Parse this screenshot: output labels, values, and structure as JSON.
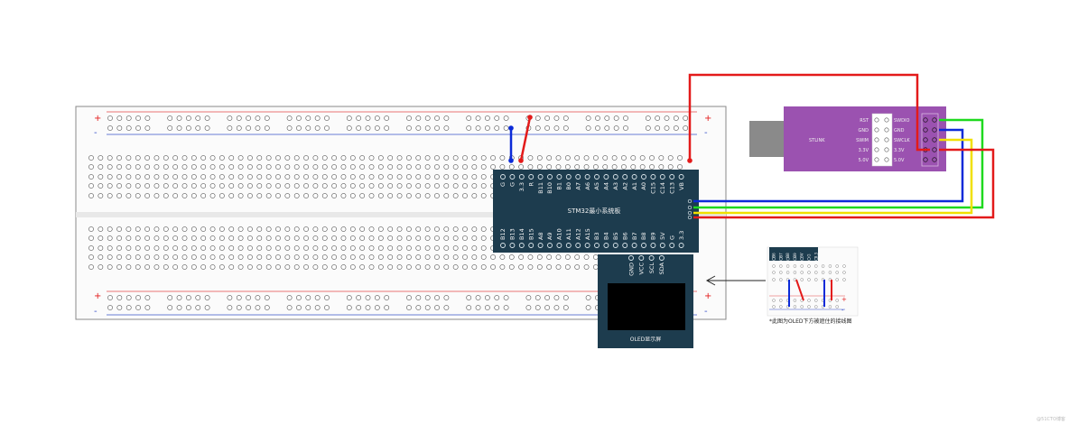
{
  "colors": {
    "red": "#e31a1a",
    "blue": "#0b2ad8",
    "green": "#1ed91e",
    "yellow": "#f0e000",
    "board": "#1d3c4e",
    "stlink": "#9b52b0",
    "rail_red": "#e34a4a",
    "rail_blue": "#3a52c8"
  },
  "breadboard": {
    "plus": "+",
    "minus": "-"
  },
  "mcu": {
    "title": "STM32最小系统板",
    "top_pins": [
      "G",
      "G",
      "3.3",
      "R",
      "B11",
      "B10",
      "B1",
      "B0",
      "A7",
      "A6",
      "A5",
      "A4",
      "A3",
      "A2",
      "A1",
      "A0",
      "C15",
      "C14",
      "C13",
      "VB"
    ],
    "bottom_pins": [
      "B12",
      "B13",
      "B14",
      "B15",
      "A8",
      "A9",
      "A10",
      "A11",
      "A12",
      "A15",
      "B3",
      "B4",
      "B5",
      "B6",
      "B7",
      "B8",
      "B9",
      "5V",
      "G",
      "3.3"
    ]
  },
  "oled": {
    "pins": [
      "GND",
      "VCC",
      "SCL",
      "SDA"
    ],
    "title": "OLED显示屏"
  },
  "stlink": {
    "label": "STLINK",
    "left_pins": [
      "RST",
      "GND",
      "SWIM",
      "3.3V",
      "5.0V"
    ],
    "right_pins": [
      "SWDIO",
      "GND",
      "SWCLK",
      "3.3V",
      "5.0V"
    ]
  },
  "inset": {
    "pins": [
      "B6",
      "B7",
      "B8",
      "B9",
      "5V",
      "G",
      "3.3"
    ],
    "plus": "+",
    "minus": "-",
    "caption": "*此图为OLED下方被遮住的接线图"
  },
  "watermark": "@51CTO博客"
}
